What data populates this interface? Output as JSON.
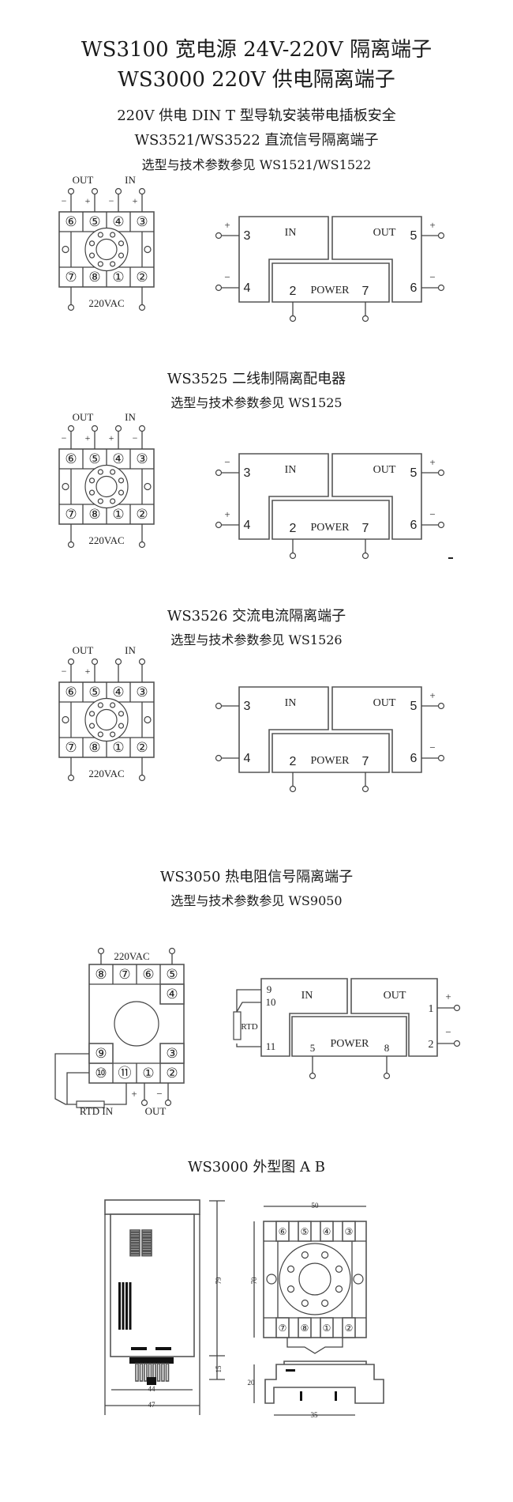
{
  "header": {
    "title_line1": "WS3100  宽电源 24V-220V 隔离端子",
    "title_line2": "WS3000  220V 供电隔离端子",
    "subtitle": "220V 供电  DIN T 型导轨安装带电插板安全"
  },
  "sections": [
    {
      "title": "WS3521/WS3522   直流信号隔离端子",
      "note": "选型与技术参数参见 WS1521/WS1522",
      "socket": {
        "top_group_labels": [
          "OUT",
          "IN"
        ],
        "top_pins": [
          "⑥",
          "⑤",
          "④",
          "③"
        ],
        "top_polarity": [
          "−",
          "+",
          "−",
          "+"
        ],
        "bottom_pins": [
          "⑦",
          "⑧",
          "①",
          "②"
        ],
        "bottom_label": "220VAC"
      },
      "block": {
        "in_label": "IN",
        "out_label": "OUT",
        "power_label": "POWER",
        "left_pins": [
          "3",
          "4"
        ],
        "left_polarity": [
          "+",
          "−"
        ],
        "right_pins": [
          "5",
          "6"
        ],
        "right_polarity": [
          "+",
          "−"
        ],
        "power_pins": [
          "2",
          "7"
        ]
      }
    },
    {
      "title": "WS3525   二线制隔离配电器",
      "note": "选型与技术参数参见 WS1525",
      "socket": {
        "top_group_labels": [
          "OUT",
          "IN"
        ],
        "top_pins": [
          "⑥",
          "⑤",
          "④",
          "③"
        ],
        "top_polarity": [
          "−",
          "+",
          "+",
          "−"
        ],
        "bottom_pins": [
          "⑦",
          "⑧",
          "①",
          "②"
        ],
        "bottom_label": "220VAC"
      },
      "block": {
        "in_label": "IN",
        "out_label": "OUT",
        "power_label": "POWER",
        "left_pins": [
          "3",
          "4"
        ],
        "left_polarity": [
          "−",
          "+"
        ],
        "right_pins": [
          "5",
          "6"
        ],
        "right_polarity": [
          "+",
          "−"
        ],
        "power_pins": [
          "2",
          "7"
        ]
      }
    },
    {
      "title": "WS3526   交流电流隔离端子",
      "note": "选型与技术参数参见 WS1526",
      "socket": {
        "top_group_labels": [
          "OUT",
          "IN"
        ],
        "top_pins": [
          "⑥",
          "⑤",
          "④",
          "③"
        ],
        "top_polarity": [
          "−",
          "+",
          "",
          ""
        ],
        "bottom_pins": [
          "⑦",
          "⑧",
          "①",
          "②"
        ],
        "bottom_label": "220VAC"
      },
      "block": {
        "in_label": "IN",
        "out_label": "OUT",
        "power_label": "POWER",
        "left_pins": [
          "3",
          "4"
        ],
        "left_polarity": [
          "",
          ""
        ],
        "right_pins": [
          "5",
          "6"
        ],
        "right_polarity": [
          "+",
          "−"
        ],
        "power_pins": [
          "2",
          "7"
        ]
      }
    },
    {
      "title": "WS3050   热电阻信号隔离端子",
      "note": "选型与技术参数参见 WS9050",
      "socket": {
        "top_label": "220VAC",
        "top_pins": [
          "⑧",
          "⑦",
          "⑥",
          "⑤"
        ],
        "side_pins": [
          "④",
          "③",
          "⑨"
        ],
        "bottom_pins": [
          "⑩",
          "⑪",
          "①",
          "②"
        ],
        "bottom_polarity": [
          "+",
          "−"
        ],
        "bottom_labels": [
          "RTD  IN",
          "OUT"
        ]
      },
      "block": {
        "in_label": "IN",
        "out_label": "OUT",
        "power_label": "POWER",
        "rtd_label": "RTD",
        "left_pins": [
          "9",
          "10",
          "11"
        ],
        "right_pins": [
          "1",
          "2"
        ],
        "right_polarity": [
          "+",
          "−"
        ],
        "power_pins": [
          "5",
          "8"
        ]
      }
    }
  ],
  "outline": {
    "title": "WS3000    外型图 A  B",
    "front_dims": {
      "height": "79",
      "pin_height": "15",
      "inner_width": "44",
      "outer_width": "47"
    },
    "socket_dims": {
      "width": "50",
      "height": "70",
      "base_height": "20",
      "base_width": "35"
    },
    "socket_pins_top": [
      "⑥",
      "⑤",
      "④",
      "③"
    ],
    "socket_pins_bottom": [
      "⑦",
      "⑧",
      "①",
      "②"
    ]
  }
}
